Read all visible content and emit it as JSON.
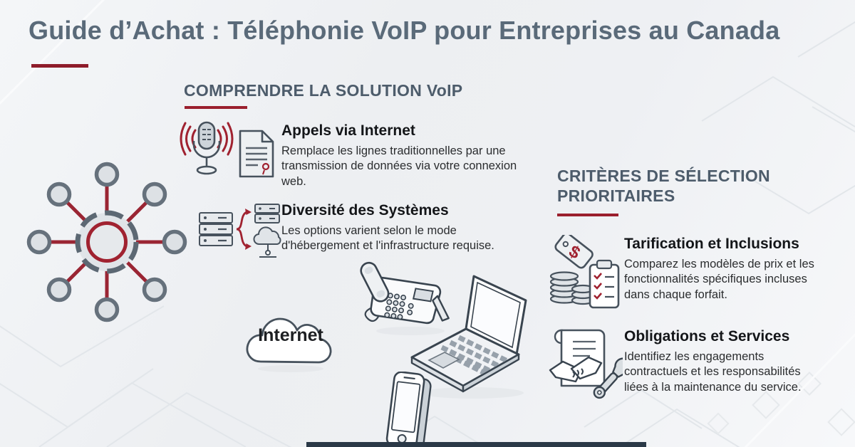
{
  "page": {
    "title": "Guide d’Achat : Téléphonie VoIP pour Entreprises au Canada"
  },
  "sections": {
    "comprendre": {
      "heading": "COMPRENDRE LA SOLUTION VoIP",
      "items": [
        {
          "title": "Appels via Internet",
          "description": "Remplace les lignes traditionnelles par une transmission de données via votre connexion web.",
          "icons": [
            "microphone-broadcast-icon",
            "document-icon"
          ]
        },
        {
          "title": "Diversité des Systèmes",
          "description": "Les options varient selon le mode d'hébergement et l'infrastructure requise.",
          "icons": [
            "server-rack-icon",
            "branch-arrows-icon",
            "server-icon",
            "cloud-network-icon"
          ]
        }
      ]
    },
    "criteres": {
      "heading": "CRITÈRES DE SÉLECTION PRIORITAIRES",
      "items": [
        {
          "title": "Tarification et Inclusions",
          "description": "Comparez les modèles de prix et les fonctionnalités spécifiques incluses dans chaque forfait.",
          "icons": [
            "price-tag-icon",
            "coins-icon",
            "checklist-clipboard-icon"
          ]
        },
        {
          "title": "Obligations et Services",
          "description": "Identifiez les engagements contractuels et les responsabilités liées à la maintenance du service.",
          "icons": [
            "contract-icon",
            "handshake-icon",
            "wrench-icon"
          ]
        }
      ]
    }
  },
  "illustrations": {
    "cloud_label": "Internet",
    "hub": "hub-and-spoke-network-icon",
    "devices": [
      "desk-phone-icon",
      "laptop-icon",
      "smartphone-icon"
    ]
  },
  "colors": {
    "accent_red": "#9A1F2D",
    "title_slate": "#5A6A79",
    "heading_slate": "#4D5C6B",
    "body_text": "#2B2D2F",
    "icon_stroke": "#47525D",
    "icon_fill": "#DFE3E7",
    "bottom_bar": "#2B3947",
    "background": "#EFF1F4"
  }
}
